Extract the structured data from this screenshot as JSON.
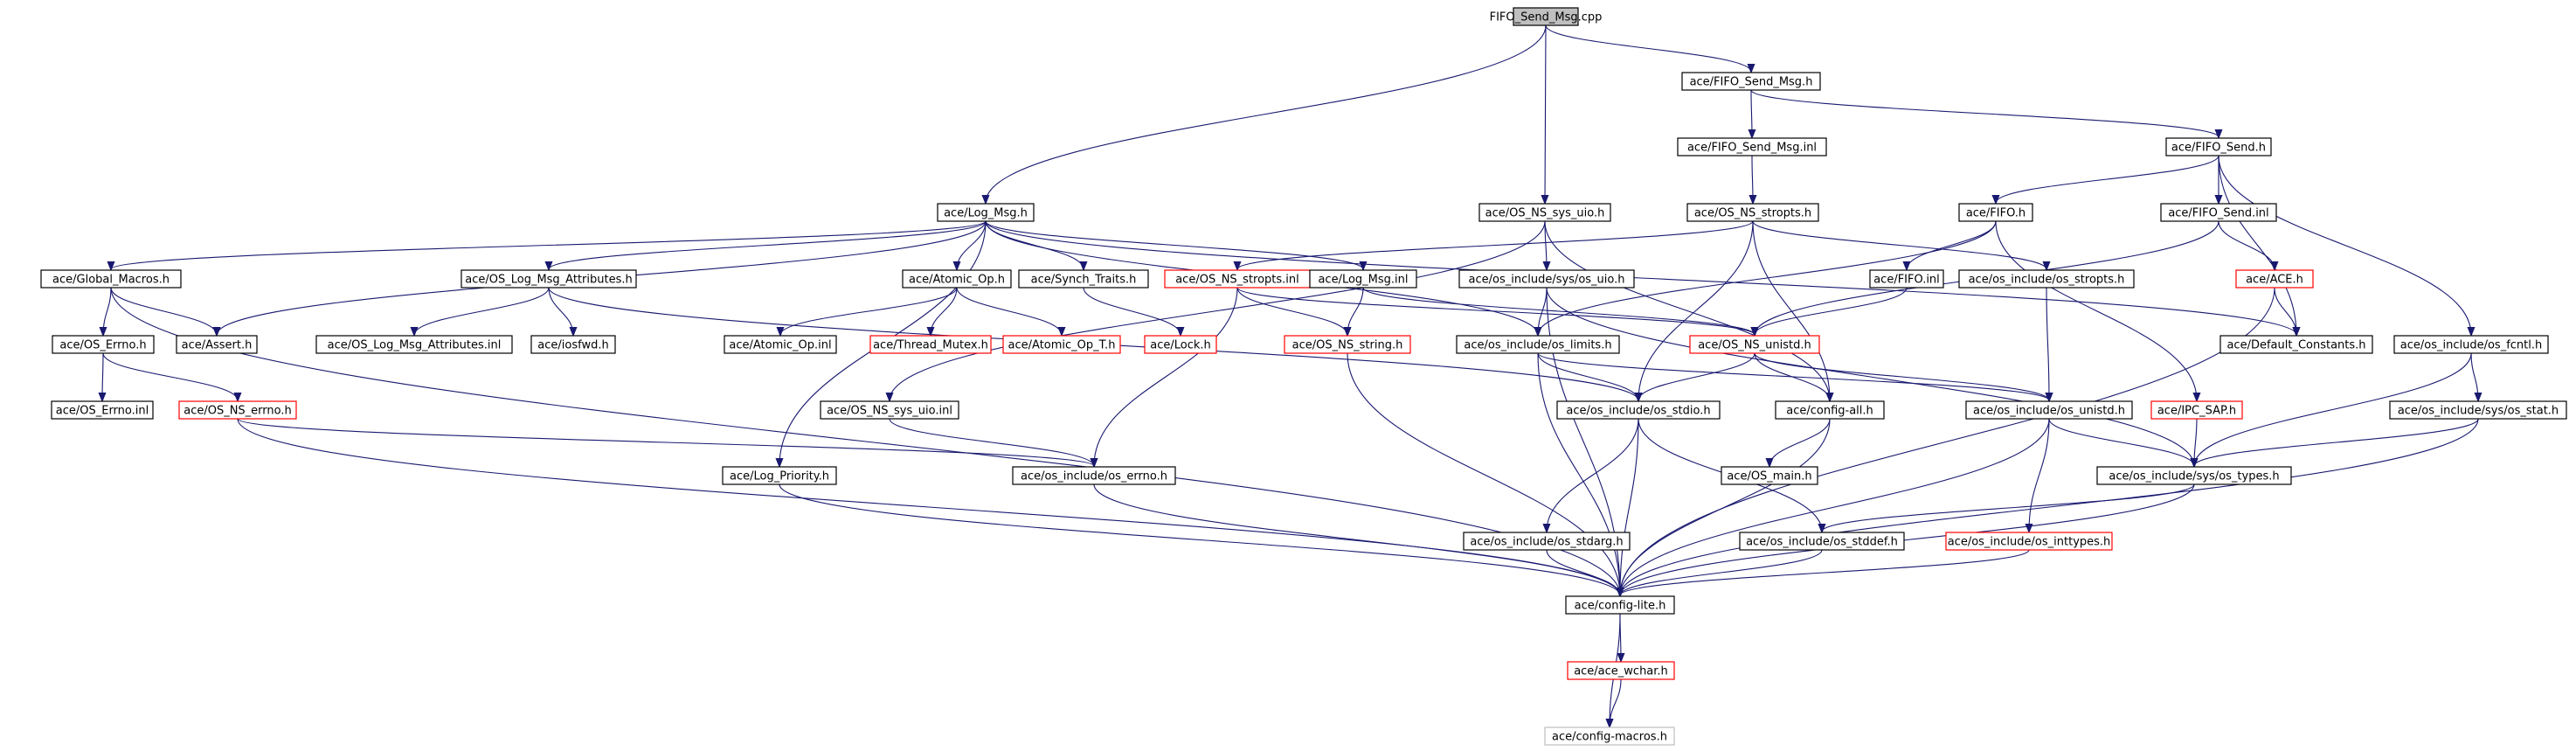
{
  "colors": {
    "edge": "#191970",
    "normal_border": "#000000",
    "red_border": "#ff0000",
    "gray_border": "#bfbfbf",
    "root_fill": "#bfbfbf"
  },
  "nodes": [
    {
      "id": "root",
      "label": "FIFO_Send_Msg.cpp",
      "style": "root"
    },
    {
      "id": "fifo_send_msg_h",
      "label": "ace/FIFO_Send_Msg.h",
      "style": "normal"
    },
    {
      "id": "fifo_send_msg_inl",
      "label": "ace/FIFO_Send_Msg.inl",
      "style": "normal"
    },
    {
      "id": "fifo_send_h",
      "label": "ace/FIFO_Send.h",
      "style": "normal"
    },
    {
      "id": "log_msg_h",
      "label": "ace/Log_Msg.h",
      "style": "normal"
    },
    {
      "id": "os_ns_sys_uio_h",
      "label": "ace/OS_NS_sys_uio.h",
      "style": "normal"
    },
    {
      "id": "os_ns_stropts_h",
      "label": "ace/OS_NS_stropts.h",
      "style": "normal"
    },
    {
      "id": "fifo_h",
      "label": "ace/FIFO.h",
      "style": "normal"
    },
    {
      "id": "fifo_send_inl",
      "label": "ace/FIFO_Send.inl",
      "style": "normal"
    },
    {
      "id": "global_macros_h",
      "label": "ace/Global_Macros.h",
      "style": "normal"
    },
    {
      "id": "os_log_msg_attr_h",
      "label": "ace/OS_Log_Msg_Attributes.h",
      "style": "normal"
    },
    {
      "id": "atomic_op_h",
      "label": "ace/Atomic_Op.h",
      "style": "normal"
    },
    {
      "id": "synch_traits_h",
      "label": "ace/Synch_Traits.h",
      "style": "normal"
    },
    {
      "id": "os_ns_stropts_inl",
      "label": "ace/OS_NS_stropts.inl",
      "style": "red"
    },
    {
      "id": "log_msg_inl",
      "label": "ace/Log_Msg.inl",
      "style": "normal"
    },
    {
      "id": "os_sys_uio_h",
      "label": "ace/os_include/sys/os_uio.h",
      "style": "normal"
    },
    {
      "id": "fifo_inl",
      "label": "ace/FIFO.inl",
      "style": "normal"
    },
    {
      "id": "os_stropts_h",
      "label": "ace/os_include/os_stropts.h",
      "style": "normal"
    },
    {
      "id": "ace_h",
      "label": "ace/ACE.h",
      "style": "red"
    },
    {
      "id": "os_errno_h",
      "label": "ace/OS_Errno.h",
      "style": "normal"
    },
    {
      "id": "assert_h",
      "label": "ace/Assert.h",
      "style": "normal"
    },
    {
      "id": "os_log_msg_attr_inl",
      "label": "ace/OS_Log_Msg_Attributes.inl",
      "style": "normal"
    },
    {
      "id": "iosfwd_h",
      "label": "ace/iosfwd.h",
      "style": "normal"
    },
    {
      "id": "atomic_op_inl",
      "label": "ace/Atomic_Op.inl",
      "style": "normal"
    },
    {
      "id": "thread_mutex_h",
      "label": "ace/Thread_Mutex.h",
      "style": "red"
    },
    {
      "id": "atomic_op_t_h",
      "label": "ace/Atomic_Op_T.h",
      "style": "red"
    },
    {
      "id": "lock_h",
      "label": "ace/Lock.h",
      "style": "red"
    },
    {
      "id": "os_ns_string_h",
      "label": "ace/OS_NS_string.h",
      "style": "red"
    },
    {
      "id": "os_limits_h",
      "label": "ace/os_include/os_limits.h",
      "style": "normal"
    },
    {
      "id": "os_ns_unistd_h",
      "label": "ace/OS_NS_unistd.h",
      "style": "red"
    },
    {
      "id": "default_constants_h",
      "label": "ace/Default_Constants.h",
      "style": "normal"
    },
    {
      "id": "os_fcntl_h",
      "label": "ace/os_include/os_fcntl.h",
      "style": "normal"
    },
    {
      "id": "os_errno_inl",
      "label": "ace/OS_Errno.inl",
      "style": "normal"
    },
    {
      "id": "os_ns_errno_h",
      "label": "ace/OS_NS_errno.h",
      "style": "red"
    },
    {
      "id": "os_ns_sys_uio_inl",
      "label": "ace/OS_NS_sys_uio.inl",
      "style": "normal"
    },
    {
      "id": "os_stdio_h",
      "label": "ace/os_include/os_stdio.h",
      "style": "normal"
    },
    {
      "id": "config_all_h",
      "label": "ace/config-all.h",
      "style": "normal"
    },
    {
      "id": "os_unistd_h",
      "label": "ace/os_include/os_unistd.h",
      "style": "normal"
    },
    {
      "id": "ipc_sap_h",
      "label": "ace/IPC_SAP.h",
      "style": "red"
    },
    {
      "id": "os_sys_stat_h",
      "label": "ace/os_include/sys/os_stat.h",
      "style": "normal"
    },
    {
      "id": "log_priority_h",
      "label": "ace/Log_Priority.h",
      "style": "normal"
    },
    {
      "id": "os_errno_h2",
      "label": "ace/os_include/os_errno.h",
      "style": "normal"
    },
    {
      "id": "os_main_h",
      "label": "ace/OS_main.h",
      "style": "normal"
    },
    {
      "id": "os_sys_types_h",
      "label": "ace/os_include/sys/os_types.h",
      "style": "normal"
    },
    {
      "id": "os_stdarg_h",
      "label": "ace/os_include/os_stdarg.h",
      "style": "normal"
    },
    {
      "id": "os_stddef_h",
      "label": "ace/os_include/os_stddef.h",
      "style": "normal"
    },
    {
      "id": "os_inttypes_h",
      "label": "ace/os_include/os_inttypes.h",
      "style": "red"
    },
    {
      "id": "config_lite_h",
      "label": "ace/config-lite.h",
      "style": "normal"
    },
    {
      "id": "ace_wchar_h",
      "label": "ace/ace_wchar.h",
      "style": "red"
    },
    {
      "id": "config_macros_h",
      "label": "ace/config-macros.h",
      "style": "gray"
    }
  ],
  "edges": [
    [
      "root",
      "fifo_send_msg_h"
    ],
    [
      "root",
      "log_msg_h"
    ],
    [
      "root",
      "os_ns_sys_uio_h"
    ],
    [
      "fifo_send_msg_h",
      "fifo_send_msg_inl"
    ],
    [
      "fifo_send_msg_h",
      "fifo_send_h"
    ],
    [
      "fifo_send_msg_inl",
      "os_ns_stropts_h"
    ],
    [
      "fifo_send_h",
      "fifo_h"
    ],
    [
      "fifo_send_h",
      "fifo_send_inl"
    ],
    [
      "fifo_send_h",
      "default_constants_h"
    ],
    [
      "fifo_send_h",
      "os_fcntl_h"
    ],
    [
      "fifo_h",
      "fifo_inl"
    ],
    [
      "fifo_h",
      "ipc_sap_h"
    ],
    [
      "fifo_h",
      "os_limits_h"
    ],
    [
      "fifo_send_inl",
      "ace_h"
    ],
    [
      "fifo_send_inl",
      "os_ns_unistd_h"
    ],
    [
      "ace_h",
      "default_constants_h"
    ],
    [
      "ace_h",
      "config_lite_h"
    ],
    [
      "fifo_inl",
      "os_ns_unistd_h"
    ],
    [
      "log_msg_h",
      "global_macros_h"
    ],
    [
      "log_msg_h",
      "assert_h"
    ],
    [
      "log_msg_h",
      "os_log_msg_attr_h"
    ],
    [
      "log_msg_h",
      "atomic_op_h"
    ],
    [
      "log_msg_h",
      "synch_traits_h"
    ],
    [
      "log_msg_h",
      "log_msg_inl"
    ],
    [
      "log_msg_h",
      "os_limits_h"
    ],
    [
      "log_msg_h",
      "default_constants_h"
    ],
    [
      "log_msg_h",
      "log_priority_h"
    ],
    [
      "global_macros_h",
      "assert_h"
    ],
    [
      "global_macros_h",
      "os_errno_h"
    ],
    [
      "global_macros_h",
      "config_lite_h"
    ],
    [
      "os_errno_h",
      "os_errno_inl"
    ],
    [
      "os_errno_h",
      "os_ns_errno_h"
    ],
    [
      "os_ns_errno_h",
      "os_errno_h2"
    ],
    [
      "os_ns_errno_h",
      "config_lite_h"
    ],
    [
      "os_log_msg_attr_h",
      "os_log_msg_attr_inl"
    ],
    [
      "os_log_msg_attr_h",
      "iosfwd_h"
    ],
    [
      "os_log_msg_attr_h",
      "os_stdio_h"
    ],
    [
      "atomic_op_h",
      "atomic_op_inl"
    ],
    [
      "atomic_op_h",
      "thread_mutex_h"
    ],
    [
      "atomic_op_h",
      "atomic_op_t_h"
    ],
    [
      "synch_traits_h",
      "lock_h"
    ],
    [
      "log_msg_inl",
      "os_ns_string_h"
    ],
    [
      "log_msg_inl",
      "os_ns_unistd_h"
    ],
    [
      "os_ns_sys_uio_h",
      "os_sys_uio_h"
    ],
    [
      "os_ns_sys_uio_h",
      "os_ns_sys_uio_inl"
    ],
    [
      "os_ns_sys_uio_h",
      "config_all_h"
    ],
    [
      "os_ns_stropts_h",
      "os_ns_stropts_inl"
    ],
    [
      "os_ns_stropts_h",
      "os_stropts_h"
    ],
    [
      "os_ns_stropts_h",
      "os_stdio_h"
    ],
    [
      "os_ns_stropts_h",
      "config_all_h"
    ],
    [
      "os_ns_stropts_inl",
      "os_ns_string_h"
    ],
    [
      "os_ns_stropts_inl",
      "os_ns_unistd_h"
    ],
    [
      "os_ns_stropts_inl",
      "os_errno_h2"
    ],
    [
      "os_sys_uio_h",
      "os_limits_h"
    ],
    [
      "os_sys_uio_h",
      "os_sys_types_h"
    ],
    [
      "os_sys_uio_h",
      "config_lite_h"
    ],
    [
      "os_stropts_h",
      "os_unistd_h"
    ],
    [
      "os_ns_string_h",
      "config_lite_h"
    ],
    [
      "os_limits_h",
      "os_stdio_h"
    ],
    [
      "os_limits_h",
      "os_unistd_h"
    ],
    [
      "os_limits_h",
      "config_lite_h"
    ],
    [
      "os_ns_unistd_h",
      "os_stdio_h"
    ],
    [
      "os_ns_unistd_h",
      "config_all_h"
    ],
    [
      "os_ns_unistd_h",
      "os_unistd_h"
    ],
    [
      "os_ns_sys_uio_inl",
      "os_errno_h2"
    ],
    [
      "os_stdio_h",
      "os_stdarg_h"
    ],
    [
      "os_stdio_h",
      "os_stddef_h"
    ],
    [
      "os_stdio_h",
      "config_lite_h"
    ],
    [
      "config_all_h",
      "os_main_h"
    ],
    [
      "config_all_h",
      "config_lite_h"
    ],
    [
      "os_unistd_h",
      "os_sys_types_h"
    ],
    [
      "os_unistd_h",
      "os_inttypes_h"
    ],
    [
      "os_unistd_h",
      "config_lite_h"
    ],
    [
      "ipc_sap_h",
      "os_sys_types_h"
    ],
    [
      "os_fcntl_h",
      "os_sys_types_h"
    ],
    [
      "os_fcntl_h",
      "os_sys_stat_h"
    ],
    [
      "os_sys_stat_h",
      "os_sys_types_h"
    ],
    [
      "os_sys_stat_h",
      "config_lite_h"
    ],
    [
      "log_priority_h",
      "config_lite_h"
    ],
    [
      "os_errno_h2",
      "config_lite_h"
    ],
    [
      "os_sys_types_h",
      "os_stddef_h"
    ],
    [
      "os_sys_types_h",
      "config_lite_h"
    ],
    [
      "os_stdarg_h",
      "config_lite_h"
    ],
    [
      "os_stddef_h",
      "config_lite_h"
    ],
    [
      "os_inttypes_h",
      "config_lite_h"
    ],
    [
      "config_lite_h",
      "ace_wchar_h"
    ],
    [
      "config_lite_h",
      "config_macros_h"
    ],
    [
      "ace_wchar_h",
      "config_macros_h"
    ]
  ]
}
